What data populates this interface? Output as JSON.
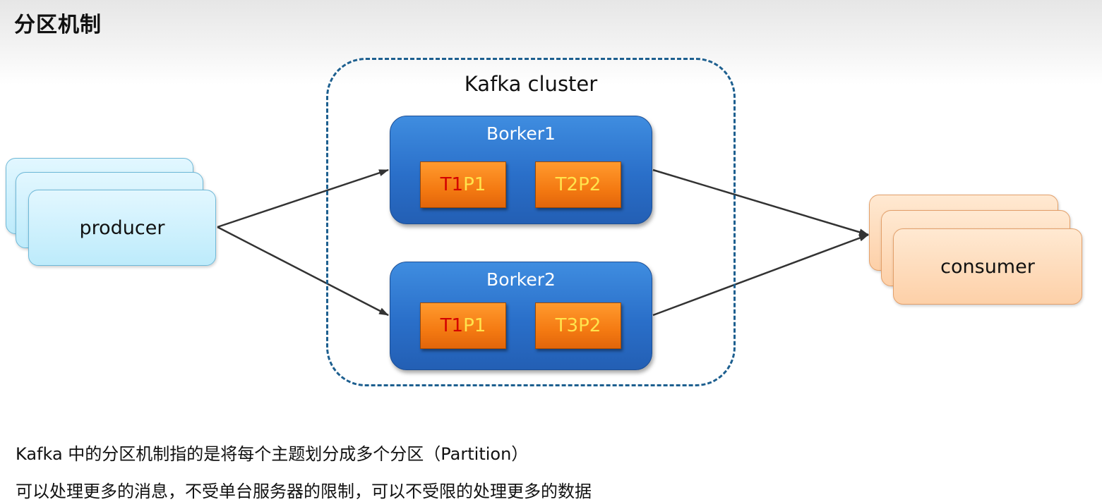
{
  "title": "分区机制",
  "cluster": {
    "label": "Kafka cluster"
  },
  "brokers": [
    {
      "label": "Borker1",
      "partitions": [
        {
          "topic": "T1",
          "partition": "P1",
          "topic_color": "#d30000"
        },
        {
          "topic": "T2",
          "partition": "P2",
          "topic_color": "#ffe34d"
        }
      ]
    },
    {
      "label": "Borker2",
      "partitions": [
        {
          "topic": "T1",
          "partition": "P1",
          "topic_color": "#d30000"
        },
        {
          "topic": "T3",
          "partition": "P2",
          "topic_color": "#ffe34d"
        }
      ]
    }
  ],
  "producer": {
    "label": "producer"
  },
  "consumer": {
    "label": "consumer"
  },
  "description": {
    "line1": "Kafka 中的分区机制指的是将每个主题划分成多个分区（Partition）",
    "line2": "可以处理更多的消息，不受单台服务器的限制，可以不受限的处理更多的数据"
  },
  "colors": {
    "broker": "#2a6fc9",
    "partition": "#f47a12",
    "producer": "#bdebfb",
    "consumer": "#fdd0a8",
    "cluster_border": "#1d5f8f"
  }
}
